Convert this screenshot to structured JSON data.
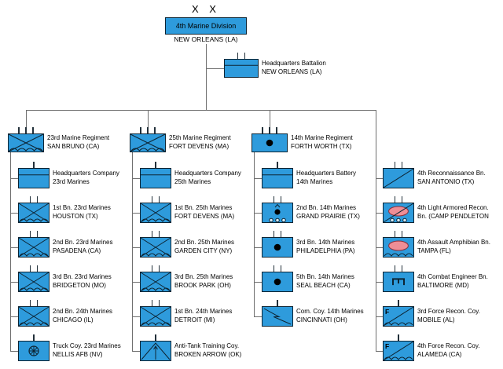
{
  "division": {
    "echelon_label": "X X",
    "name": "4th Marine Division",
    "location": "NEW ORLEANS (LA)"
  },
  "hq_battalion": {
    "name": "Headquarters Battalion",
    "location": "NEW ORLEANS (LA)",
    "symbol": "hq-icon",
    "echelon": 2
  },
  "columns": [
    {
      "header": {
        "name": "23rd Marine Regiment",
        "location": "SAN BRUNO (CA)",
        "symbol": "infantry-amphibious-icon",
        "echelon": 3
      },
      "items": [
        {
          "name": "Headquarters Company",
          "location": "23rd Marines",
          "symbol": "hq-icon",
          "echelon": 1
        },
        {
          "name": "1st Bn. 23rd Marines",
          "location": "HOUSTON (TX)",
          "symbol": "infantry-amphibious-icon",
          "echelon": 2
        },
        {
          "name": "2nd Bn. 23rd Marines",
          "location": "PASADENA (CA)",
          "symbol": "infantry-amphibious-icon",
          "echelon": 2
        },
        {
          "name": "3rd Bn. 23rd Marines",
          "location": "BRIDGETON (MO)",
          "symbol": "infantry-amphibious-icon",
          "echelon": 2
        },
        {
          "name": "2nd Bn. 24th Marines",
          "location": "CHICAGO (IL)",
          "symbol": "infantry-amphibious-icon",
          "echelon": 2
        },
        {
          "name": "Truck Coy. 23rd Marines",
          "location": "NELLIS AFB (NV)",
          "symbol": "truck-icon",
          "echelon": 1
        }
      ]
    },
    {
      "header": {
        "name": "25th Marine Regiment",
        "location": "FORT DEVENS (MA)",
        "symbol": "infantry-amphibious-icon",
        "echelon": 3
      },
      "items": [
        {
          "name": "Headquarters Company",
          "location": "25th Marines",
          "symbol": "hq-icon",
          "echelon": 1
        },
        {
          "name": "1st Bn. 25th Marines",
          "location": "FORT DEVENS (MA)",
          "symbol": "infantry-amphibious-icon",
          "echelon": 2
        },
        {
          "name": "2nd Bn. 25th Marines",
          "location": "GARDEN CITY (NY)",
          "symbol": "infantry-amphibious-icon",
          "echelon": 2
        },
        {
          "name": "3rd Bn. 25th Marines",
          "location": "BROOK PARK (OH)",
          "symbol": "infantry-amphibious-icon",
          "echelon": 2
        },
        {
          "name": "1st Bn. 24th Marines",
          "location": "DETROIT (MI)",
          "symbol": "infantry-amphibious-icon",
          "echelon": 2
        },
        {
          "name": "Anti-Tank Training Coy.",
          "location": "BROKEN ARROW (OK)",
          "symbol": "antitank-icon",
          "echelon": 1
        }
      ]
    },
    {
      "header": {
        "name": "14th Marine Regiment",
        "location": "FORTH WORTH (TX)",
        "symbol": "artillery-icon",
        "echelon": 3
      },
      "items": [
        {
          "name": "Headquarters Battery",
          "location": "14th Marines",
          "symbol": "hq-icon",
          "echelon": 1
        },
        {
          "name": "2nd Bn. 14th Marines",
          "location": "GRAND PRAIRIE (TX)",
          "symbol": "artillery-towed-icon",
          "echelon": 2
        },
        {
          "name": "3rd Bn. 14th Marines",
          "location": "PHILADELPHIA (PA)",
          "symbol": "artillery-icon",
          "echelon": 2
        },
        {
          "name": "5th Bn. 14th Marines",
          "location": "SEAL BEACH (CA)",
          "symbol": "artillery-icon",
          "echelon": 2
        },
        {
          "name": "Com. Coy. 14th Marines",
          "location": "CINCINNATI (OH)",
          "symbol": "signal-icon",
          "echelon": 1
        }
      ]
    },
    {
      "header": null,
      "items": [
        {
          "name": "4th Reconnaissance Bn.",
          "location": "SAN ANTONIO (TX)",
          "symbol": "recon-icon",
          "echelon": 2
        },
        {
          "name": "4th Light Armored Recon.",
          "location": "Bn. (CAMP PENDLETON",
          "symbol": "light-armored-recon-icon",
          "echelon": 2
        },
        {
          "name": "4th Assault Amphibian Bn.",
          "location": "TAMPA (FL)",
          "symbol": "amphibious-armor-icon",
          "echelon": 2
        },
        {
          "name": "4th Combat Engineer Bn.",
          "location": "BALTIMORE (MD)",
          "symbol": "engineer-icon",
          "echelon": 2
        },
        {
          "name": "3rd Force Recon. Coy.",
          "location": "MOBILE (AL)",
          "symbol": "force-recon-icon",
          "echelon": 1
        },
        {
          "name": "4th Force Recon. Coy.",
          "location": "ALAMEDA (CA)",
          "symbol": "force-recon-icon",
          "echelon": 1
        }
      ]
    }
  ],
  "colors": {
    "unit_fill": "#2e9bdc",
    "unit_stroke": "#0d2433",
    "armor_fill": "#ef8e96",
    "armor_stroke": "#8a2f3b",
    "connector": "#6e6e6e",
    "text": "#000000"
  }
}
